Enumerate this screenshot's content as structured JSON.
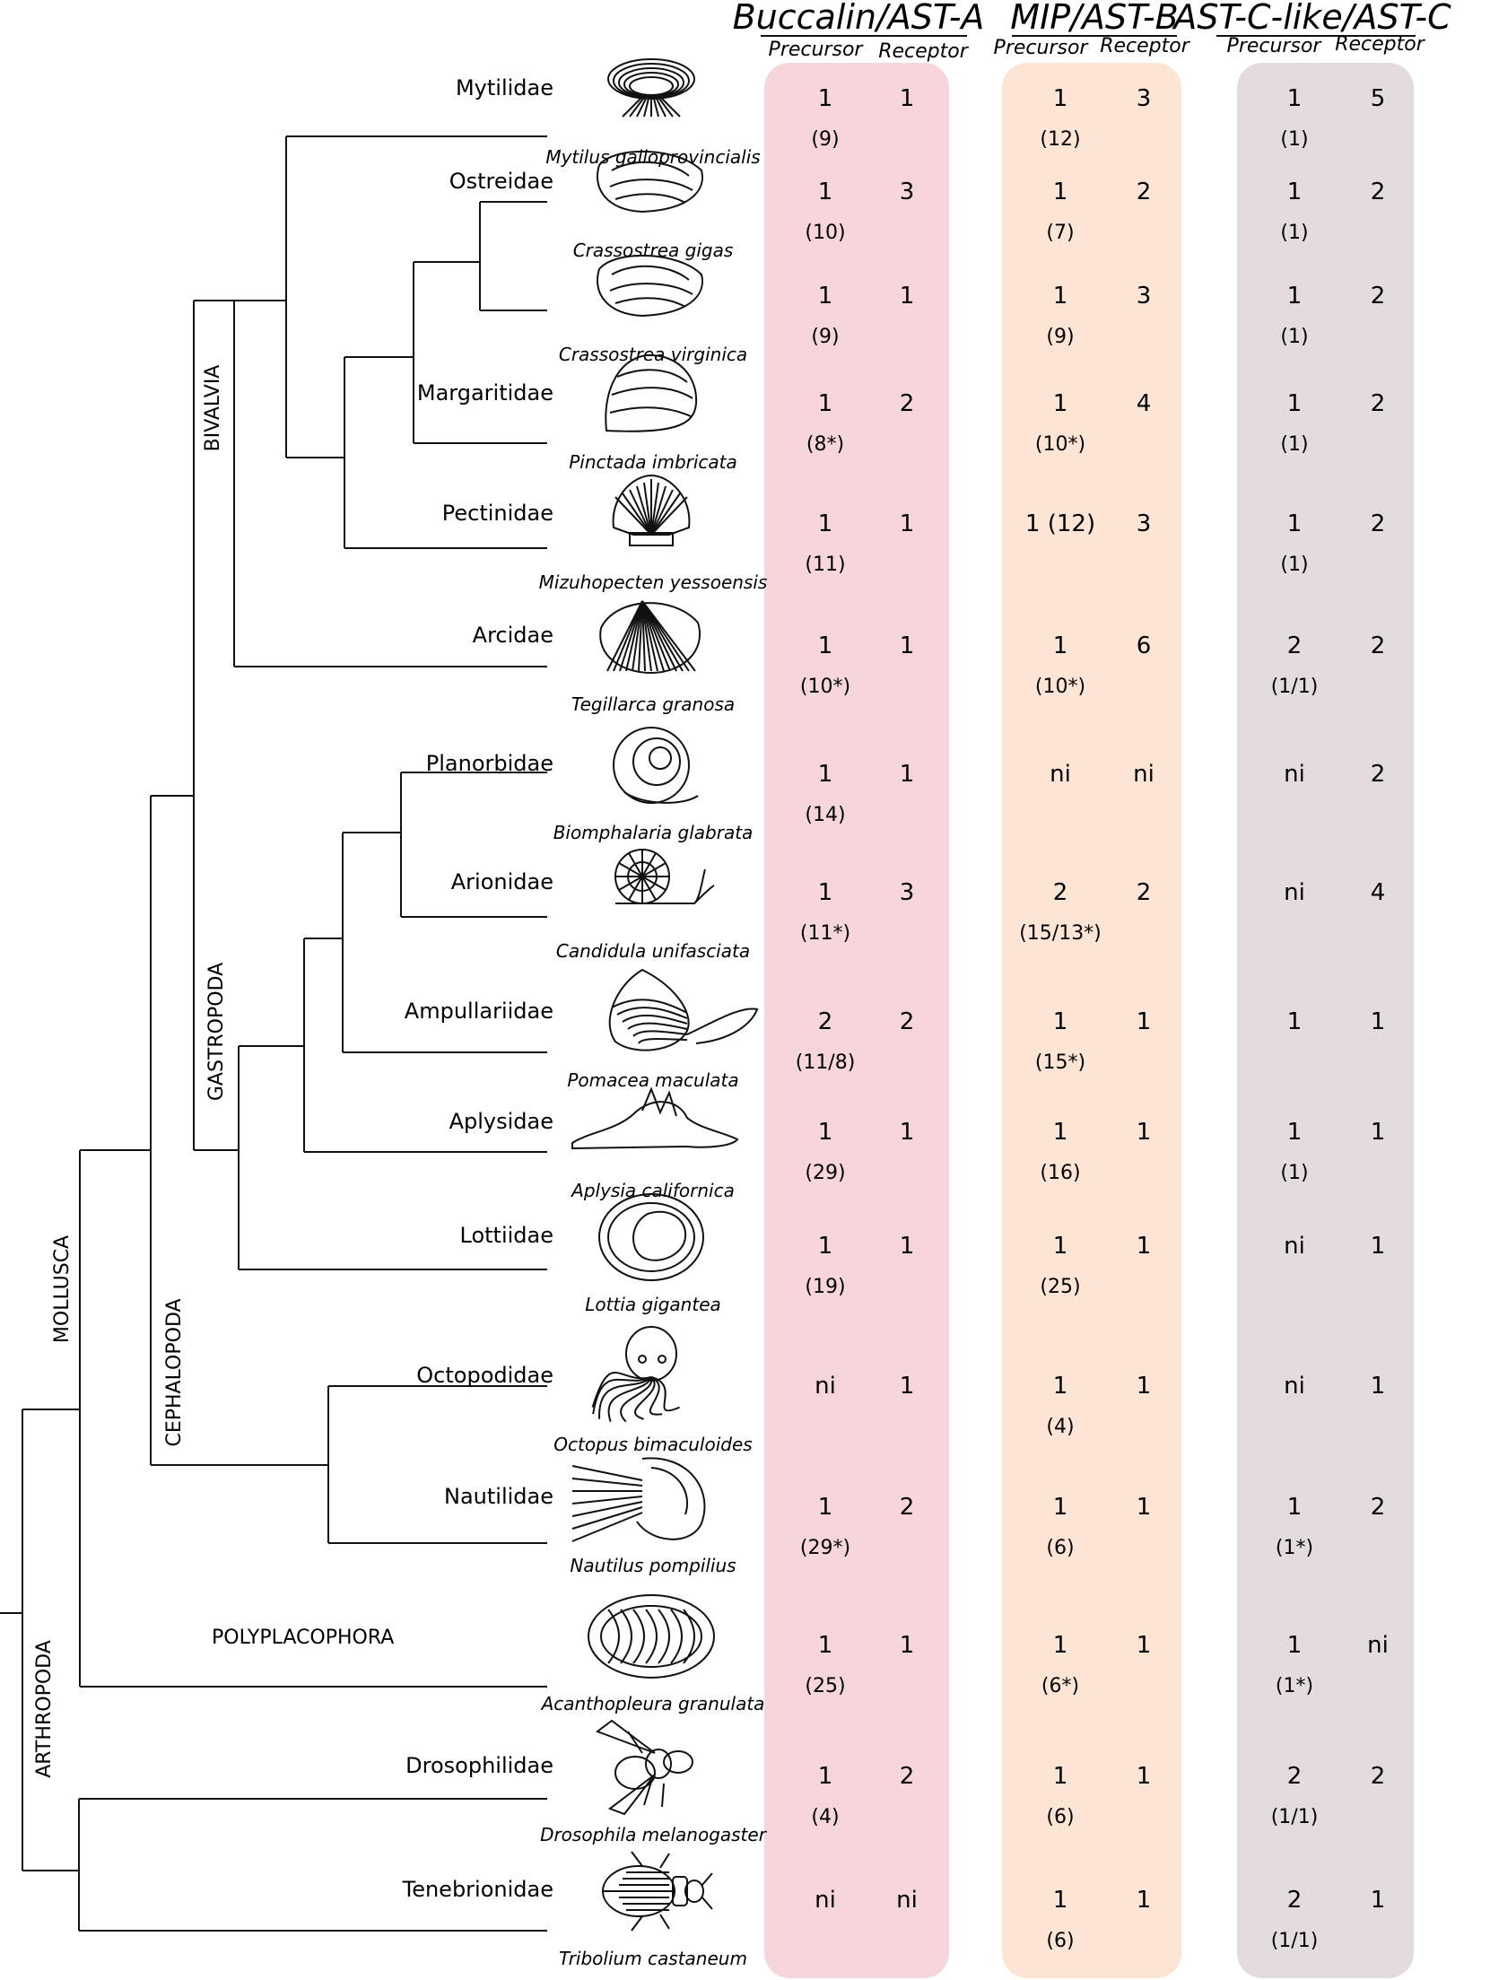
{
  "headers": [
    {
      "title": "Buccalin/AST-A",
      "precursor_label": "Precursor",
      "receptor_label": "Receptor",
      "color": "#f6d6db"
    },
    {
      "title": "MIP/AST-B",
      "precursor_label": "Precursor",
      "receptor_label": "Receptor",
      "color": "#fde5d5"
    },
    {
      "title": "AST-C-like/AST-C",
      "precursor_label": "Precursor",
      "receptor_label": "Receptor",
      "color": "#e4dcdc"
    }
  ],
  "groups": [
    "BIVALVIA",
    "GASTROPODA",
    "CEPHALOPODA",
    "MOLLUSCA",
    "POLYPLACOPHORA",
    "ARTHROPODA"
  ],
  "rows": [
    {
      "family": "Mytilidae",
      "species": "Mytilus galloprovincialis",
      "icon": "mussel-shell-icon",
      "a": {
        "p": "1",
        "pn": "(9)",
        "r": "1"
      },
      "b": {
        "p": "1",
        "pn": "(12)",
        "r": "3"
      },
      "c": {
        "p": "1",
        "pn": "(1)",
        "r": "5"
      }
    },
    {
      "family": "Ostreidae",
      "species": "Crassostrea gigas",
      "icon": "oyster-shell-icon",
      "a": {
        "p": "1",
        "pn": "(10)",
        "r": "3"
      },
      "b": {
        "p": "1",
        "pn": "(7)",
        "r": "2"
      },
      "c": {
        "p": "1",
        "pn": "(1)",
        "r": "2"
      }
    },
    {
      "family": "",
      "species": "Crassostrea  virginica",
      "icon": "oyster-shell-icon",
      "a": {
        "p": "1",
        "pn": "(9)",
        "r": "1"
      },
      "b": {
        "p": "1",
        "pn": "(9)",
        "r": "3"
      },
      "c": {
        "p": "1",
        "pn": "(1)",
        "r": "2"
      }
    },
    {
      "family": "Margaritidae",
      "species": "Pinctada imbricata",
      "icon": "pearl-oyster-shell-icon",
      "a": {
        "p": "1",
        "pn": "(8*)",
        "r": "2"
      },
      "b": {
        "p": "1",
        "pn": "(10*)",
        "r": "4"
      },
      "c": {
        "p": "1",
        "pn": "(1)",
        "r": "2"
      }
    },
    {
      "family": "Pectinidae",
      "species": "Mizuhopecten yessoensis",
      "icon": "scallop-shell-icon",
      "a": {
        "p": "1",
        "pn": "(11)",
        "r": "1"
      },
      "b": {
        "p": "1  (12)",
        "pn": "",
        "r": "3"
      },
      "c": {
        "p": "1",
        "pn": "(1)",
        "r": "2"
      }
    },
    {
      "family": "Arcidae",
      "species": "Tegillarca granosa",
      "icon": "ark-clam-shell-icon",
      "a": {
        "p": "1",
        "pn": "(10*)",
        "r": "1"
      },
      "b": {
        "p": "1",
        "pn": "(10*)",
        "r": "6"
      },
      "c": {
        "p": "2",
        "pn": "(1/1)",
        "r": "2"
      }
    },
    {
      "family": "Planorbidae",
      "species": "Biomphalaria glabrata",
      "icon": "ramshorn-snail-icon",
      "a": {
        "p": "1",
        "pn": "(14)",
        "r": "1"
      },
      "b": {
        "p": "ni",
        "pn": "",
        "r": "ni"
      },
      "c": {
        "p": "ni",
        "pn": "",
        "r": "2"
      }
    },
    {
      "family": "Arionidae",
      "species": "Candidula unifasciata",
      "icon": "land-snail-icon",
      "a": {
        "p": "1",
        "pn": "(11*)",
        "r": "3"
      },
      "b": {
        "p": "2",
        "pn": "(15/13*)",
        "r": "2"
      },
      "c": {
        "p": "ni",
        "pn": "",
        "r": "4"
      }
    },
    {
      "family": "Ampullariidae",
      "species": "Pomacea maculata",
      "icon": "apple-snail-icon",
      "a": {
        "p": "2",
        "pn": "(11/8)",
        "r": "2"
      },
      "b": {
        "p": "1",
        "pn": "(15*)",
        "r": "1"
      },
      "c": {
        "p": "1",
        "pn": "",
        "r": "1"
      }
    },
    {
      "family": "Aplysidae",
      "species": "Aplysia californica",
      "icon": "sea-hare-icon",
      "a": {
        "p": "1",
        "pn": "(29)",
        "r": "1"
      },
      "b": {
        "p": "1",
        "pn": "(16)",
        "r": "1"
      },
      "c": {
        "p": "1",
        "pn": "(1)",
        "r": "1"
      }
    },
    {
      "family": "Lottiidae",
      "species": "Lottia gigantea",
      "icon": "limpet-icon",
      "a": {
        "p": "1",
        "pn": "(19)",
        "r": "1"
      },
      "b": {
        "p": "1",
        "pn": "(25)",
        "r": "1"
      },
      "c": {
        "p": "ni",
        "pn": "",
        "r": "1"
      }
    },
    {
      "family": "Octopodidae",
      "species": "Octopus bimaculoides",
      "icon": "octopus-icon",
      "a": {
        "p": "ni",
        "pn": "",
        "r": "1"
      },
      "b": {
        "p": "1",
        "pn": "(4)",
        "r": "1"
      },
      "c": {
        "p": "ni",
        "pn": "",
        "r": "1"
      }
    },
    {
      "family": "Nautilidae",
      "species": "Nautilus pompilius",
      "icon": "nautilus-icon",
      "a": {
        "p": "1",
        "pn": "(29*)",
        "r": "2"
      },
      "b": {
        "p": "1",
        "pn": "(6)",
        "r": "1"
      },
      "c": {
        "p": "1",
        "pn": "(1*)",
        "r": "2"
      }
    },
    {
      "family": "POLYPLACOPHORA",
      "species": "Acanthopleura granulata",
      "icon": "chiton-icon",
      "a": {
        "p": "1",
        "pn": "(25)",
        "r": "1"
      },
      "b": {
        "p": "1",
        "pn": "(6*)",
        "r": "1"
      },
      "c": {
        "p": "1",
        "pn": "(1*)",
        "r": "ni"
      }
    },
    {
      "family": "Drosophilidae",
      "species": "Drosophila melanogaster",
      "icon": "fruit-fly-icon",
      "a": {
        "p": "1",
        "pn": "(4)",
        "r": "2"
      },
      "b": {
        "p": "1",
        "pn": "(6)",
        "r": "1"
      },
      "c": {
        "p": "2",
        "pn": "(1/1)",
        "r": "2"
      }
    },
    {
      "family": "Tenebrionidae",
      "species": "Tribolium castaneum",
      "icon": "beetle-icon",
      "a": {
        "p": "ni",
        "pn": "",
        "r": "ni"
      },
      "b": {
        "p": "1",
        "pn": "(6)",
        "r": "1"
      },
      "c": {
        "p": "2",
        "pn": "(1/1)",
        "r": "1"
      }
    }
  ]
}
